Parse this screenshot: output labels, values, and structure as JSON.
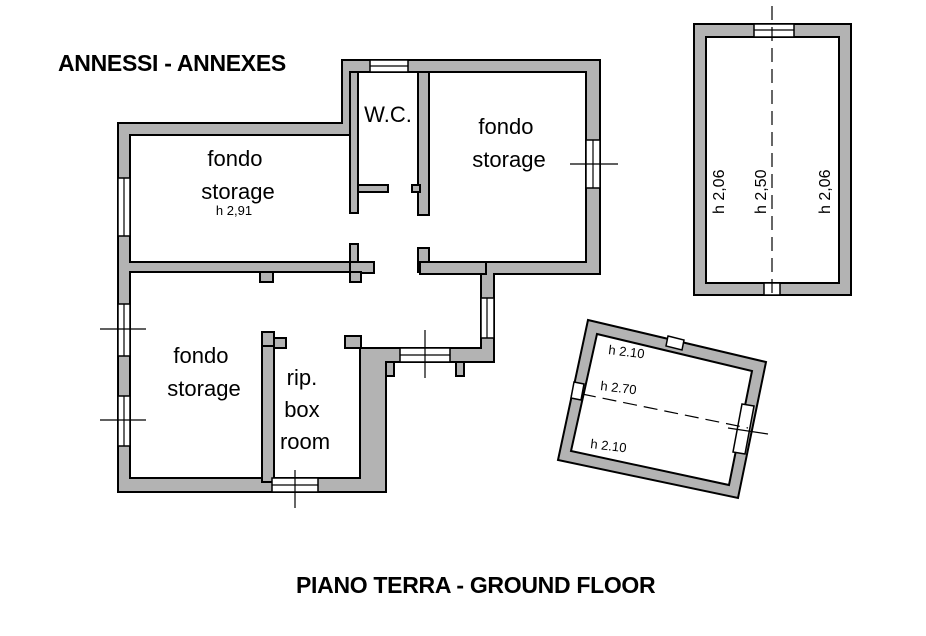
{
  "titles": {
    "annexes": "ANNESSI - ANNEXES",
    "ground_floor": "PIANO TERRA - GROUND FLOOR"
  },
  "rooms": {
    "storage_west": [
      "fondo",
      "storage"
    ],
    "storage_west_height": "h 2,91",
    "wc": "W.C.",
    "storage_east": [
      "fondo",
      "storage"
    ],
    "storage_southwest": [
      "fondo",
      "storage"
    ],
    "box_room": [
      "rip.",
      "box",
      "room"
    ]
  },
  "annex_right": {
    "heights": [
      "h 2,06",
      "h 2,50",
      "h 2,06"
    ]
  },
  "annex_small": {
    "heights": [
      "h 2.10",
      "h 2.70",
      "h 2.10"
    ]
  },
  "colors": {
    "wall_fill": "#b3b3b3",
    "outline": "#000000",
    "background": "#ffffff"
  }
}
